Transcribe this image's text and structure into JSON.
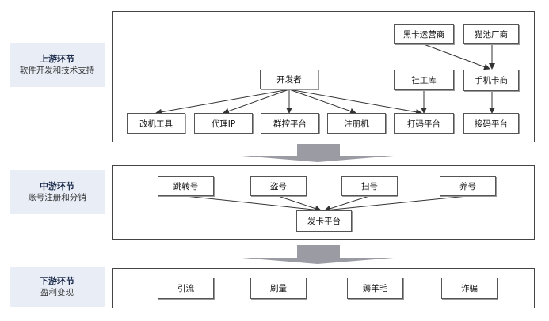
{
  "stages": [
    {
      "title": "上游环节",
      "subtitle": "软件开发和技术支持"
    },
    {
      "title": "中游环节",
      "subtitle": "账号注册和分销"
    },
    {
      "title": "下游环节",
      "subtitle": "盈利变现"
    }
  ],
  "upstream": {
    "developer": "开发者",
    "tools": [
      "改机工具",
      "代理IP",
      "群控平台",
      "注册机"
    ],
    "coding_platform": "打码平台",
    "workshop": "社工库",
    "black_card_operator": "黑卡运营商",
    "cat_pool_maker": "猫池厂商",
    "phone_card_dealer": "手机卡商",
    "sms_platform": "接码平台"
  },
  "midstream": {
    "sources": [
      "跳转号",
      "盗号",
      "扫号",
      "养号"
    ],
    "card_platform": "发卡平台"
  },
  "downstream": {
    "outcomes": [
      "引流",
      "刷量",
      "薅羊毛",
      "诈骗"
    ]
  },
  "colors": {
    "label_bg": "#e8edf6",
    "arrow_fill": "#9b9ca3",
    "line": "#333333"
  }
}
